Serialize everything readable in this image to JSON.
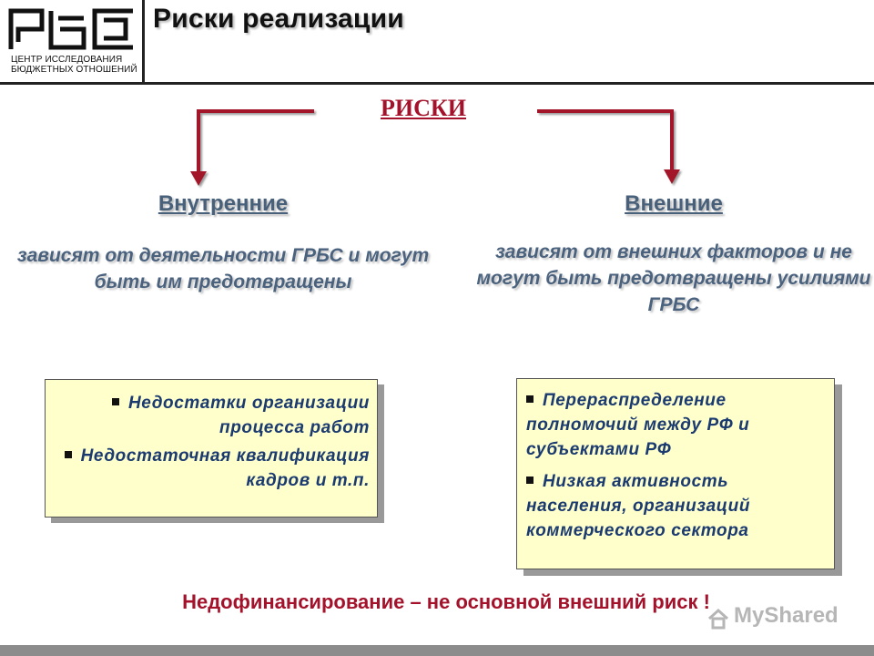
{
  "header": {
    "logo": {
      "wordmark": "РБС",
      "caption_lines": [
        "ЦЕНТР ИССЛЕДОВАНИЯ",
        "БЮДЖЕТНЫХ ОТНОШЕНИЙ"
      ]
    },
    "title": "Риски реализации"
  },
  "diagram": {
    "root_label": "РИСКИ",
    "internal": {
      "heading": "Внутренние",
      "description": "зависят от деятельности ГРБС и могут быть им предотвращены",
      "items": [
        "Недостатки организации процесса работ",
        "Недостаточная квалификация кадров и т.п."
      ]
    },
    "external": {
      "heading": "Внешние",
      "description": "зависят от внешних факторов и не могут быть предотвращены усилиями ГРБС",
      "items": [
        "Перераспределение полномочий между РФ и субъектами РФ",
        "Низкая активность населения, организаций коммерческого сектора"
      ]
    }
  },
  "footnote": "Недофинансирование – не основной внешний риск !",
  "watermark": {
    "text": "MyShared",
    "icon": "house-icon"
  },
  "colors": {
    "accent": "#a3122a",
    "heading": "#48607a",
    "card_bg": "#ffffcc",
    "card_text": "#1a3a70",
    "bottom_bar": "#8c8c8c"
  }
}
